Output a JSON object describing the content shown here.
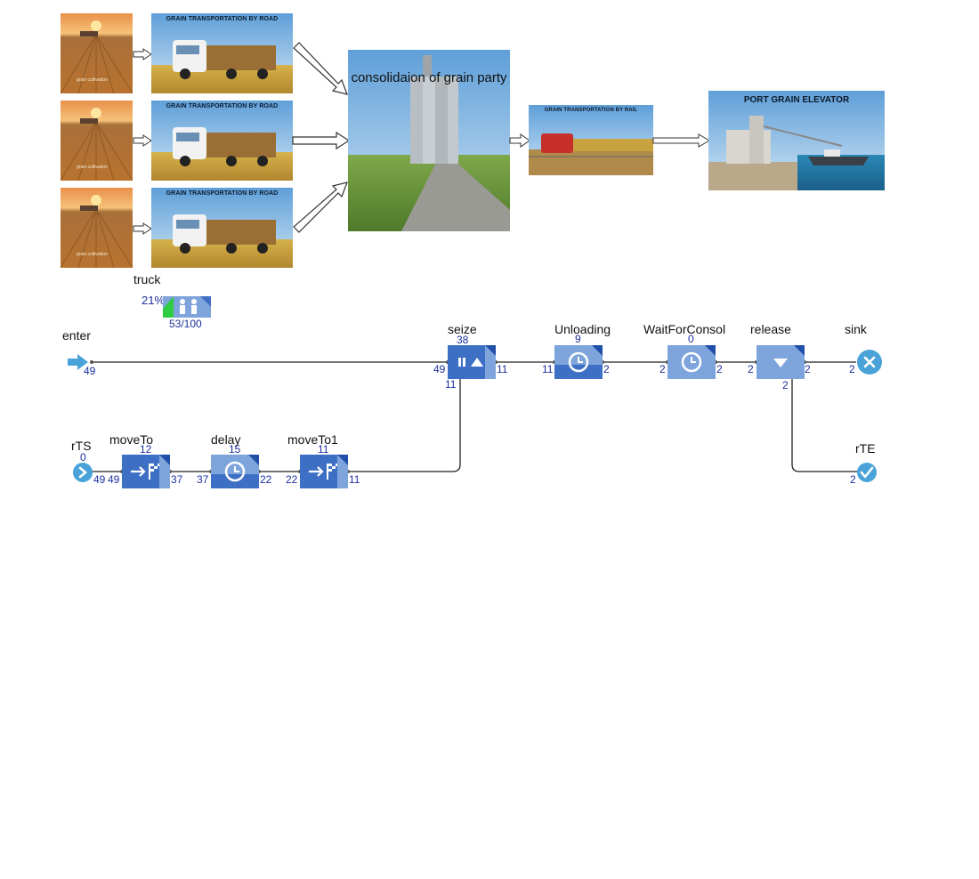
{
  "pictures": {
    "field_caption": "grain cultivation",
    "road_title": "GRAIN TRANSPORTATION BY ROAD",
    "consolidation_label": "consolidaion of grain party",
    "rail_title": "GRAIN TRANSPORTATION BY RAIL",
    "port_title": "PORT GRAIN ELEVATOR"
  },
  "resource_pool": {
    "name": "truck",
    "utilization": "21%",
    "usage": "53/100",
    "utilization_fraction": 0.21
  },
  "process_flow": {
    "enter": {
      "name": "enter",
      "out": "49"
    },
    "seize": {
      "name": "seize",
      "queue": "38",
      "in": "49",
      "out": "11",
      "bottom": "11"
    },
    "unloading": {
      "name": "Unloading",
      "queue": "9",
      "in": "11",
      "out": "2"
    },
    "wait": {
      "name": "WaitForConsol",
      "queue": "0",
      "in": "2",
      "out": "2"
    },
    "release": {
      "name": "release",
      "in": "2",
      "out": "2",
      "bottom": "2"
    },
    "sink": {
      "name": "sink",
      "in": "2"
    },
    "rts": {
      "name": "rTS",
      "count": "0",
      "out": "49"
    },
    "moveto": {
      "name": "moveTo",
      "queue": "12",
      "in": "49",
      "out": "37"
    },
    "delay": {
      "name": "delay",
      "queue": "15",
      "in": "37",
      "out": "22"
    },
    "moveto1": {
      "name": "moveTo1",
      "queue": "11",
      "in": "22",
      "out": "11"
    },
    "rte": {
      "name": "rTE",
      "in": "2"
    }
  },
  "colors": {
    "block_dark": "#3d6fc4",
    "block_light": "#7ea4dc",
    "accent": "#4aa3d8",
    "count": "#1c2f9c",
    "util_green": "#2ecc40"
  }
}
